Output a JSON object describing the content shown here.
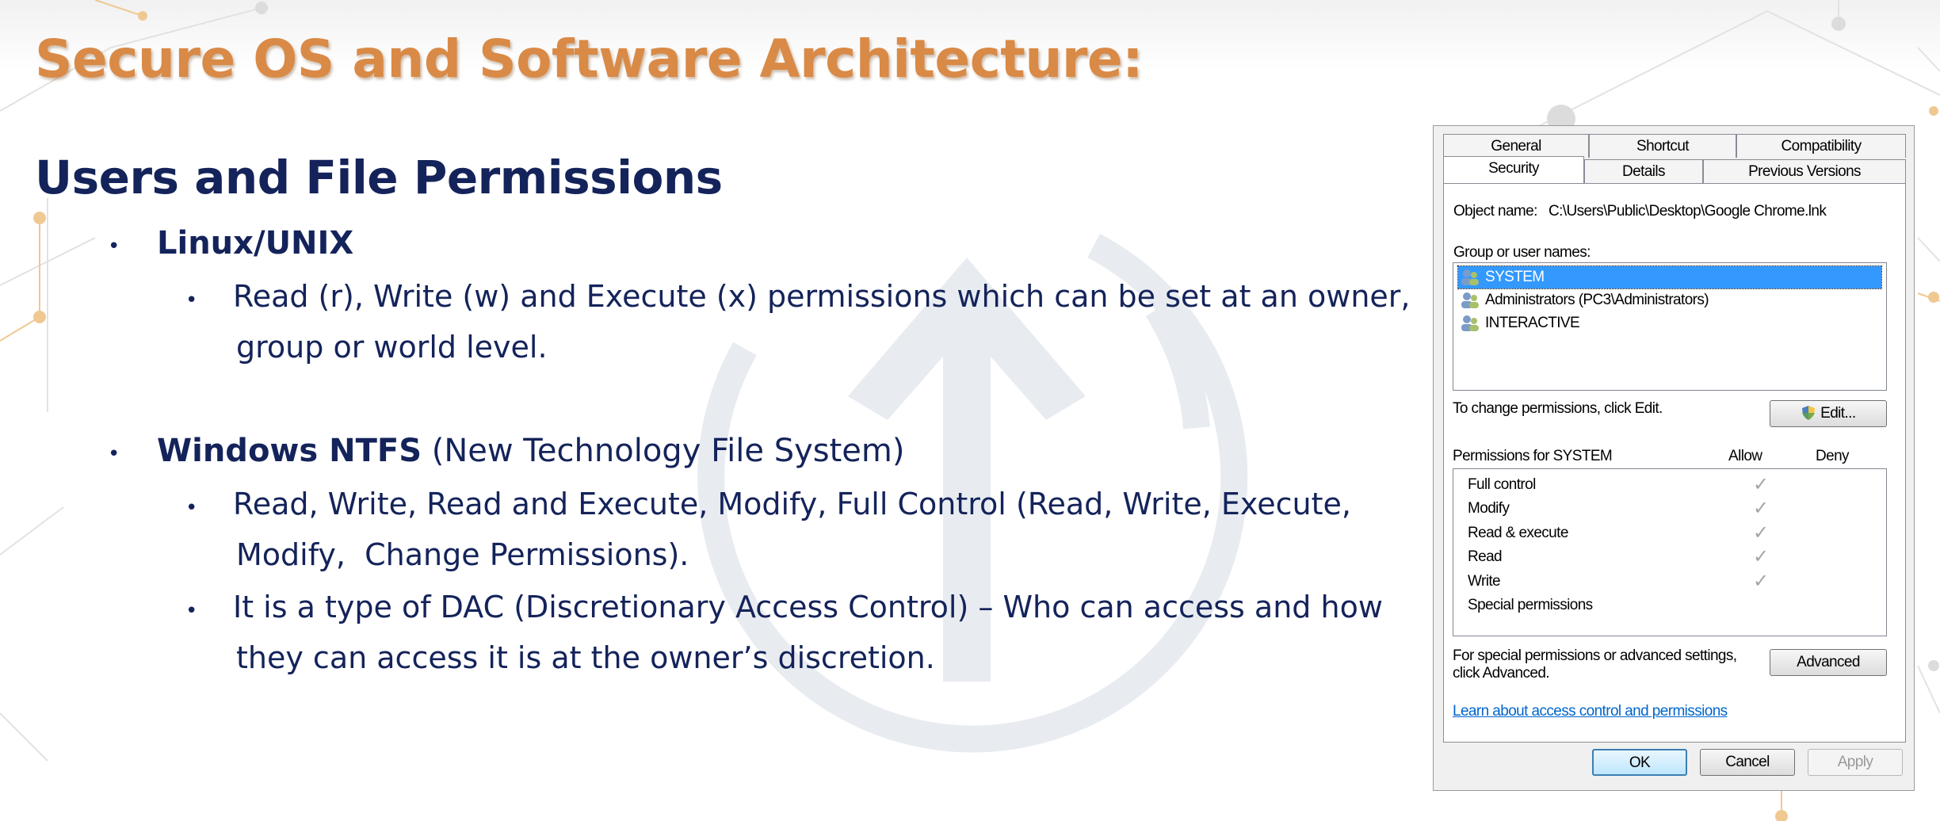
{
  "slide": {
    "title": "Secure OS and Software Architecture:",
    "heading": "Users and File Permissions"
  },
  "content": {
    "linux": {
      "label": "Linux/UNIX",
      "sub": [
        {
          "line1": "Read (r), Write (w) and Execute (x) permissions which can be set at an owner,",
          "line2": "group or world level."
        }
      ]
    },
    "windows": {
      "label": "Windows NTFS",
      "label_rest": " (New Technology File System)",
      "sub": [
        {
          "line1": "Read, Write, Read and Execute, Modify, Full Control (Read, Write, Execute,",
          "line2": "Modify,  Change Permissions)."
        },
        {
          "line1": "It is a type of DAC (Discretionary Access Control) – Who can access and how",
          "line2": "they can access it is at the owner’s discretion."
        }
      ]
    }
  },
  "dialog": {
    "tabs_row1": [
      "General",
      "Shortcut",
      "Compatibility"
    ],
    "tabs_row2": [
      "Security",
      "Details",
      "Previous Versions"
    ],
    "object_name_label": "Object name:",
    "object_name_value": "C:\\Users\\Public\\Desktop\\Google Chrome.lnk",
    "group_label": "Group or user names:",
    "users": [
      {
        "name": "SYSTEM",
        "selected": true
      },
      {
        "name": "Administrators (PC3\\Administrators)",
        "selected": false
      },
      {
        "name": "INTERACTIVE",
        "selected": false
      }
    ],
    "change_text": "To change permissions, click Edit.",
    "edit_button": "Edit...",
    "permissions_for": "Permissions for SYSTEM",
    "allow_header": "Allow",
    "deny_header": "Deny",
    "permissions": [
      {
        "name": "Full control",
        "allow": true,
        "deny": false
      },
      {
        "name": "Modify",
        "allow": true,
        "deny": false
      },
      {
        "name": "Read & execute",
        "allow": true,
        "deny": false
      },
      {
        "name": "Read",
        "allow": true,
        "deny": false
      },
      {
        "name": "Write",
        "allow": true,
        "deny": false
      },
      {
        "name": "Special permissions",
        "allow": false,
        "deny": false
      }
    ],
    "special_line1": "For special permissions or advanced settings,",
    "special_line2": "click Advanced.",
    "advanced_button": "Advanced",
    "learn_link": "Learn about access control and permissions",
    "ok_button": "OK",
    "cancel_button": "Cancel",
    "apply_button": "Apply"
  },
  "colors": {
    "title": "#d98a46",
    "text": "#14235a",
    "selection": "#3399ff",
    "link": "#0066cc"
  }
}
